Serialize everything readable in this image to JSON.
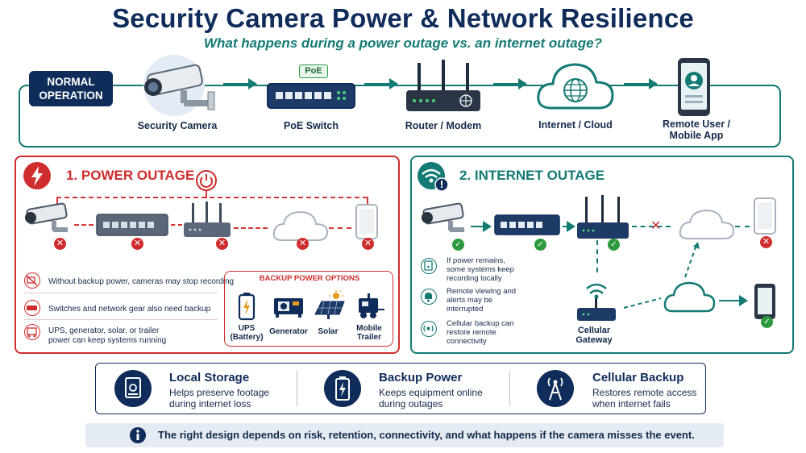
{
  "title": "Security Camera Power & Network Resilience",
  "subtitle": "What happens during a power outage vs. an internet outage?",
  "normal": {
    "badge_line1": "NORMAL",
    "badge_line2": "OPERATION",
    "poe_tag": "PoE",
    "items": [
      {
        "label": "Security Camera",
        "icon": "security-camera-icon"
      },
      {
        "label": "PoE Switch",
        "icon": "poe-switch-icon"
      },
      {
        "label": "Router / Modem",
        "icon": "router-icon"
      },
      {
        "label": "Internet / Cloud",
        "icon": "cloud-globe-icon"
      },
      {
        "label_line1": "Remote User /",
        "label_line2": "Mobile App",
        "icon": "smartphone-user-icon"
      }
    ]
  },
  "power_outage": {
    "heading": "1. POWER OUTAGE",
    "notes": [
      {
        "text": "Without backup power, cameras may stop recording",
        "icon": "camera-off-icon"
      },
      {
        "text": "Switches and network gear also need backup",
        "icon": "switch-icon"
      },
      {
        "line1": "UPS, generator, solar, or trailer",
        "line2": "power can keep systems running",
        "icon": "generator-icon"
      }
    ],
    "backup_title": "BACKUP POWER OPTIONS",
    "options": [
      {
        "line1": "UPS",
        "line2": "(Battery)",
        "icon": "battery-icon"
      },
      {
        "line1": "Generator",
        "icon": "generator-icon"
      },
      {
        "line1": "Solar",
        "icon": "solar-panel-icon"
      },
      {
        "line1": "Mobile",
        "line2": "Trailer",
        "icon": "trailer-icon"
      }
    ]
  },
  "internet_outage": {
    "heading": "2. INTERNET OUTAGE",
    "notes": [
      {
        "line1": "If power remains,",
        "line2": "some systems keep",
        "line3": "recording locally",
        "icon": "storage-icon"
      },
      {
        "line1": "Remote viewing and",
        "line2": "alerts may be",
        "line3": "interrupted",
        "icon": "bell-icon"
      },
      {
        "line1": "Cellular backup can",
        "line2": "restore remote",
        "line3": "connectivity",
        "icon": "cellular-icon"
      }
    ],
    "gateway_line1": "Cellular",
    "gateway_line2": "Gateway"
  },
  "features": [
    {
      "title": "Local Storage",
      "line1": "Helps preserve footage",
      "line2": "during internet loss",
      "icon": "hard-drive-icon"
    },
    {
      "title": "Backup Power",
      "line1": "Keeps equipment online",
      "line2": "during outages",
      "icon": "battery-bolt-icon"
    },
    {
      "title": "Cellular Backup",
      "line1": "Restores remote access",
      "line2": "when internet fails",
      "icon": "cell-tower-icon"
    }
  ],
  "footer": "The right design depends on risk, retention, connectivity, and what happens if the camera misses the event.",
  "colors": {
    "navy": "#0f2c5a",
    "teal": "#147a74",
    "red": "#cf2d2d",
    "green": "#2e9a3e"
  }
}
